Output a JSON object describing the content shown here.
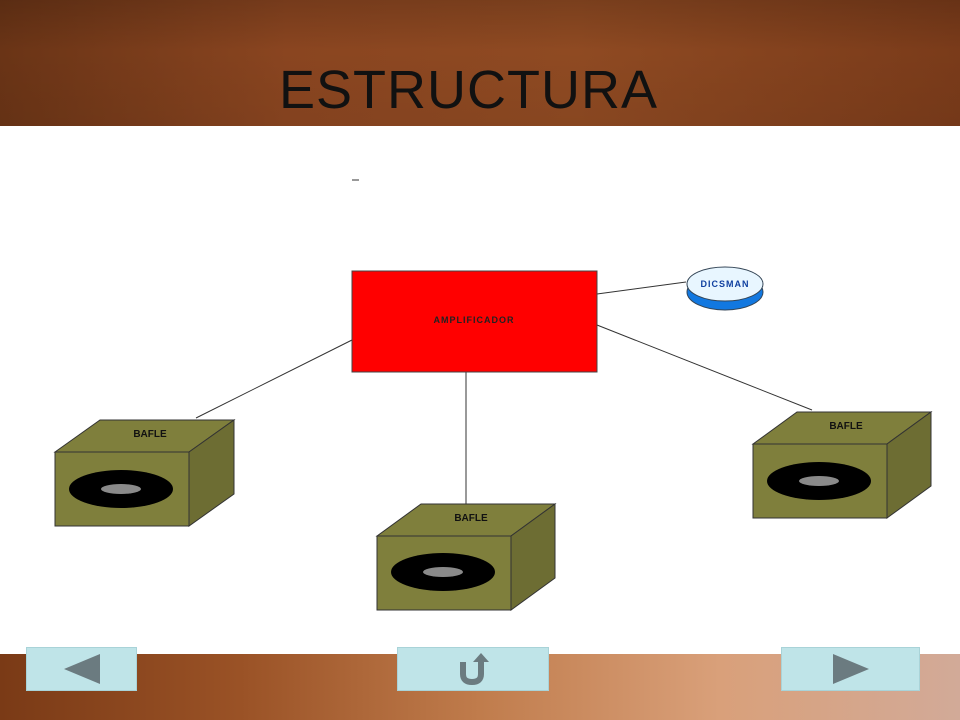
{
  "slide": {
    "title": "ESTRUCTURA",
    "colors": {
      "header": "#8a4520",
      "amplifier": "#ff0000",
      "discman": "#1e8cf0",
      "speaker_box": "#7f7f3c",
      "nav_button": "#bfe4e8",
      "nav_icon": "#6b7b80"
    }
  },
  "diagram": {
    "amplifier_label": "AMPLIFICADOR",
    "discman_label": "DICSMAN",
    "speakers": [
      {
        "label": "BAFLE"
      },
      {
        "label": "BAFLE"
      },
      {
        "label": "BAFLE"
      }
    ]
  },
  "nav": {
    "prev_icon": "triangle-left-icon",
    "return_icon": "return-arrow-icon",
    "next_icon": "triangle-right-icon"
  }
}
